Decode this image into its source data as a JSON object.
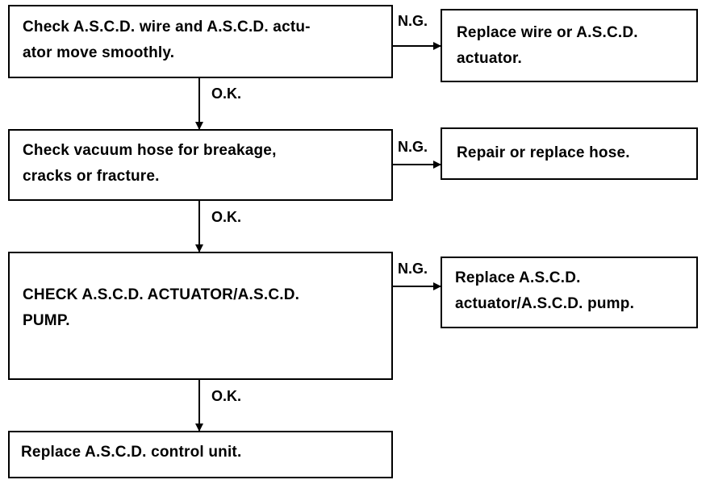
{
  "steps": [
    {
      "lines": [
        "Check A.S.C.D. wire and A.S.C.D. actu-",
        "ator move smoothly."
      ]
    },
    {
      "lines": [
        "Check vacuum hose for breakage,",
        "cracks or fracture."
      ]
    },
    {
      "lines": [
        "CHECK A.S.C.D. ACTUATOR/A.S.C.D.",
        "PUMP."
      ]
    },
    {
      "lines": [
        "Replace A.S.C.D. control unit."
      ]
    }
  ],
  "remedies": [
    {
      "lines": [
        "Replace wire or A.S.C.D.",
        "actuator."
      ]
    },
    {
      "lines": [
        "Repair or replace hose."
      ]
    },
    {
      "lines": [
        "Replace A.S.C.D.",
        "actuator/A.S.C.D. pump."
      ]
    }
  ],
  "labels": {
    "ok": "O.K.",
    "ng": "N.G."
  }
}
